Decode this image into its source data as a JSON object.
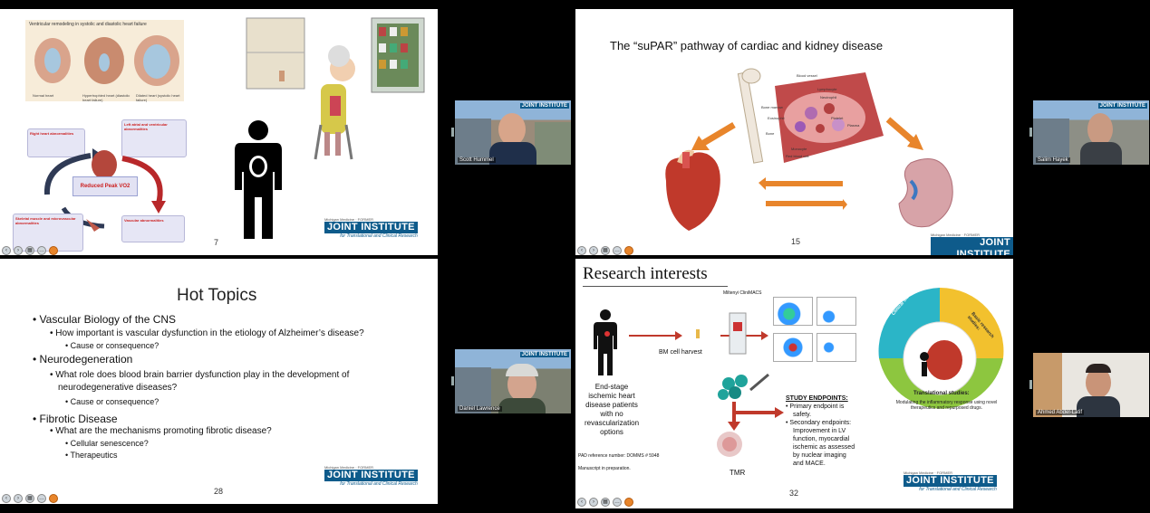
{
  "slides": {
    "s7": {
      "number": "7",
      "mini_title": "Ventricular remodeling in systolic and diastolic heart failure",
      "hearts": [
        "Normal heart",
        "Hypertrophied heart (diastolic heart failure)",
        "Dilated heart (systolic heart failure)"
      ],
      "center": "Reduced Peak VO2",
      "box_right_ventricle": "Right heart abnormalities",
      "box_lv": "Left atrial and ventricular abnormalities",
      "box_skeletal": "Skeletal muscle and microvascular abnormalities",
      "box_vascular": "Vascular abnormalities"
    },
    "s15": {
      "number": "15",
      "title": "The “suPAR” pathway of cardiac and kidney disease",
      "labels": [
        "Blood vessel",
        "Lymphocyte",
        "Neutrophil",
        "Eosinophil",
        "Bone marrow",
        "Platelet",
        "Plasma",
        "Monocyte",
        "Red blood cell",
        "Bone"
      ]
    },
    "s28": {
      "number": "28",
      "title": "Hot Topics",
      "b1": "Vascular Biology of the CNS",
      "b1_1": "How important is vascular dysfunction in the etiology of Alzheimer’s disease?",
      "b1_1_1": "Cause or consequence?",
      "b2": "Neurodegeneration",
      "b2_1a": "What role does blood brain barrier dysfunction play in the development of",
      "b2_1b": "neurodegenerative diseases?",
      "b2_1_1": "Cause or consequence?",
      "b3": "Fibrotic Disease",
      "b3_1": "What are the mechanisms promoting fibrotic disease?",
      "b3_1_1": "Cellular senescence?",
      "b3_1_2": "Therapeutics"
    },
    "s32": {
      "number": "32",
      "title": "Research interests",
      "bm_harvest": "BM cell harvest",
      "miltenyi": "Miltenyi CliniMACS",
      "patient_1": "End-stage",
      "patient_2": "ischemic heart",
      "patient_3": "disease patients",
      "patient_4": "with no",
      "patient_5": "revascularization",
      "patient_6": "options",
      "tmr": "TMR",
      "endpoints_title": "STUDY ENDPOINTS:",
      "ep1a": "Primary endpoint is",
      "ep1b": "safety.",
      "ep2a": "Secondary endpoints:",
      "ep2b": "Improvement in LV",
      "ep2c": "function, myocardial",
      "ep2d": "ischemic as assessed",
      "ep2e": "by nuclear imaging",
      "ep2f": "and MACE.",
      "ref": "PAD reference number: DOMMS # 5948",
      "manuscript": "Manuscript in preparation.",
      "clinical": "Clinical studies:",
      "basic": "Basic research studies:",
      "translational": "Translational studies:",
      "translational_text": "Modulating the inflammatory response using novel therapeutics and repurposed drugs."
    }
  },
  "brand": {
    "pre": "Michigan Medicine · FORMER",
    "name": "JOINT INSTITUTE",
    "sub": "for Translational and Clinical Research"
  },
  "participants": [
    {
      "name": "Scott Hummel",
      "logo": "JOINT INSTITUTE"
    },
    {
      "name": "Salim Hayek",
      "logo": "JOINT INSTITUTE"
    },
    {
      "name": "Daniel Lawrence",
      "logo": "JOINT INSTITUTE"
    },
    {
      "name": "Ahmed Abdel-Latif"
    }
  ],
  "colors": {
    "brand": "#0e5b8b",
    "orange": "#e8852b",
    "teal": "#2bb5c7",
    "yellow": "#f2c12e",
    "green": "#8dc63f"
  }
}
